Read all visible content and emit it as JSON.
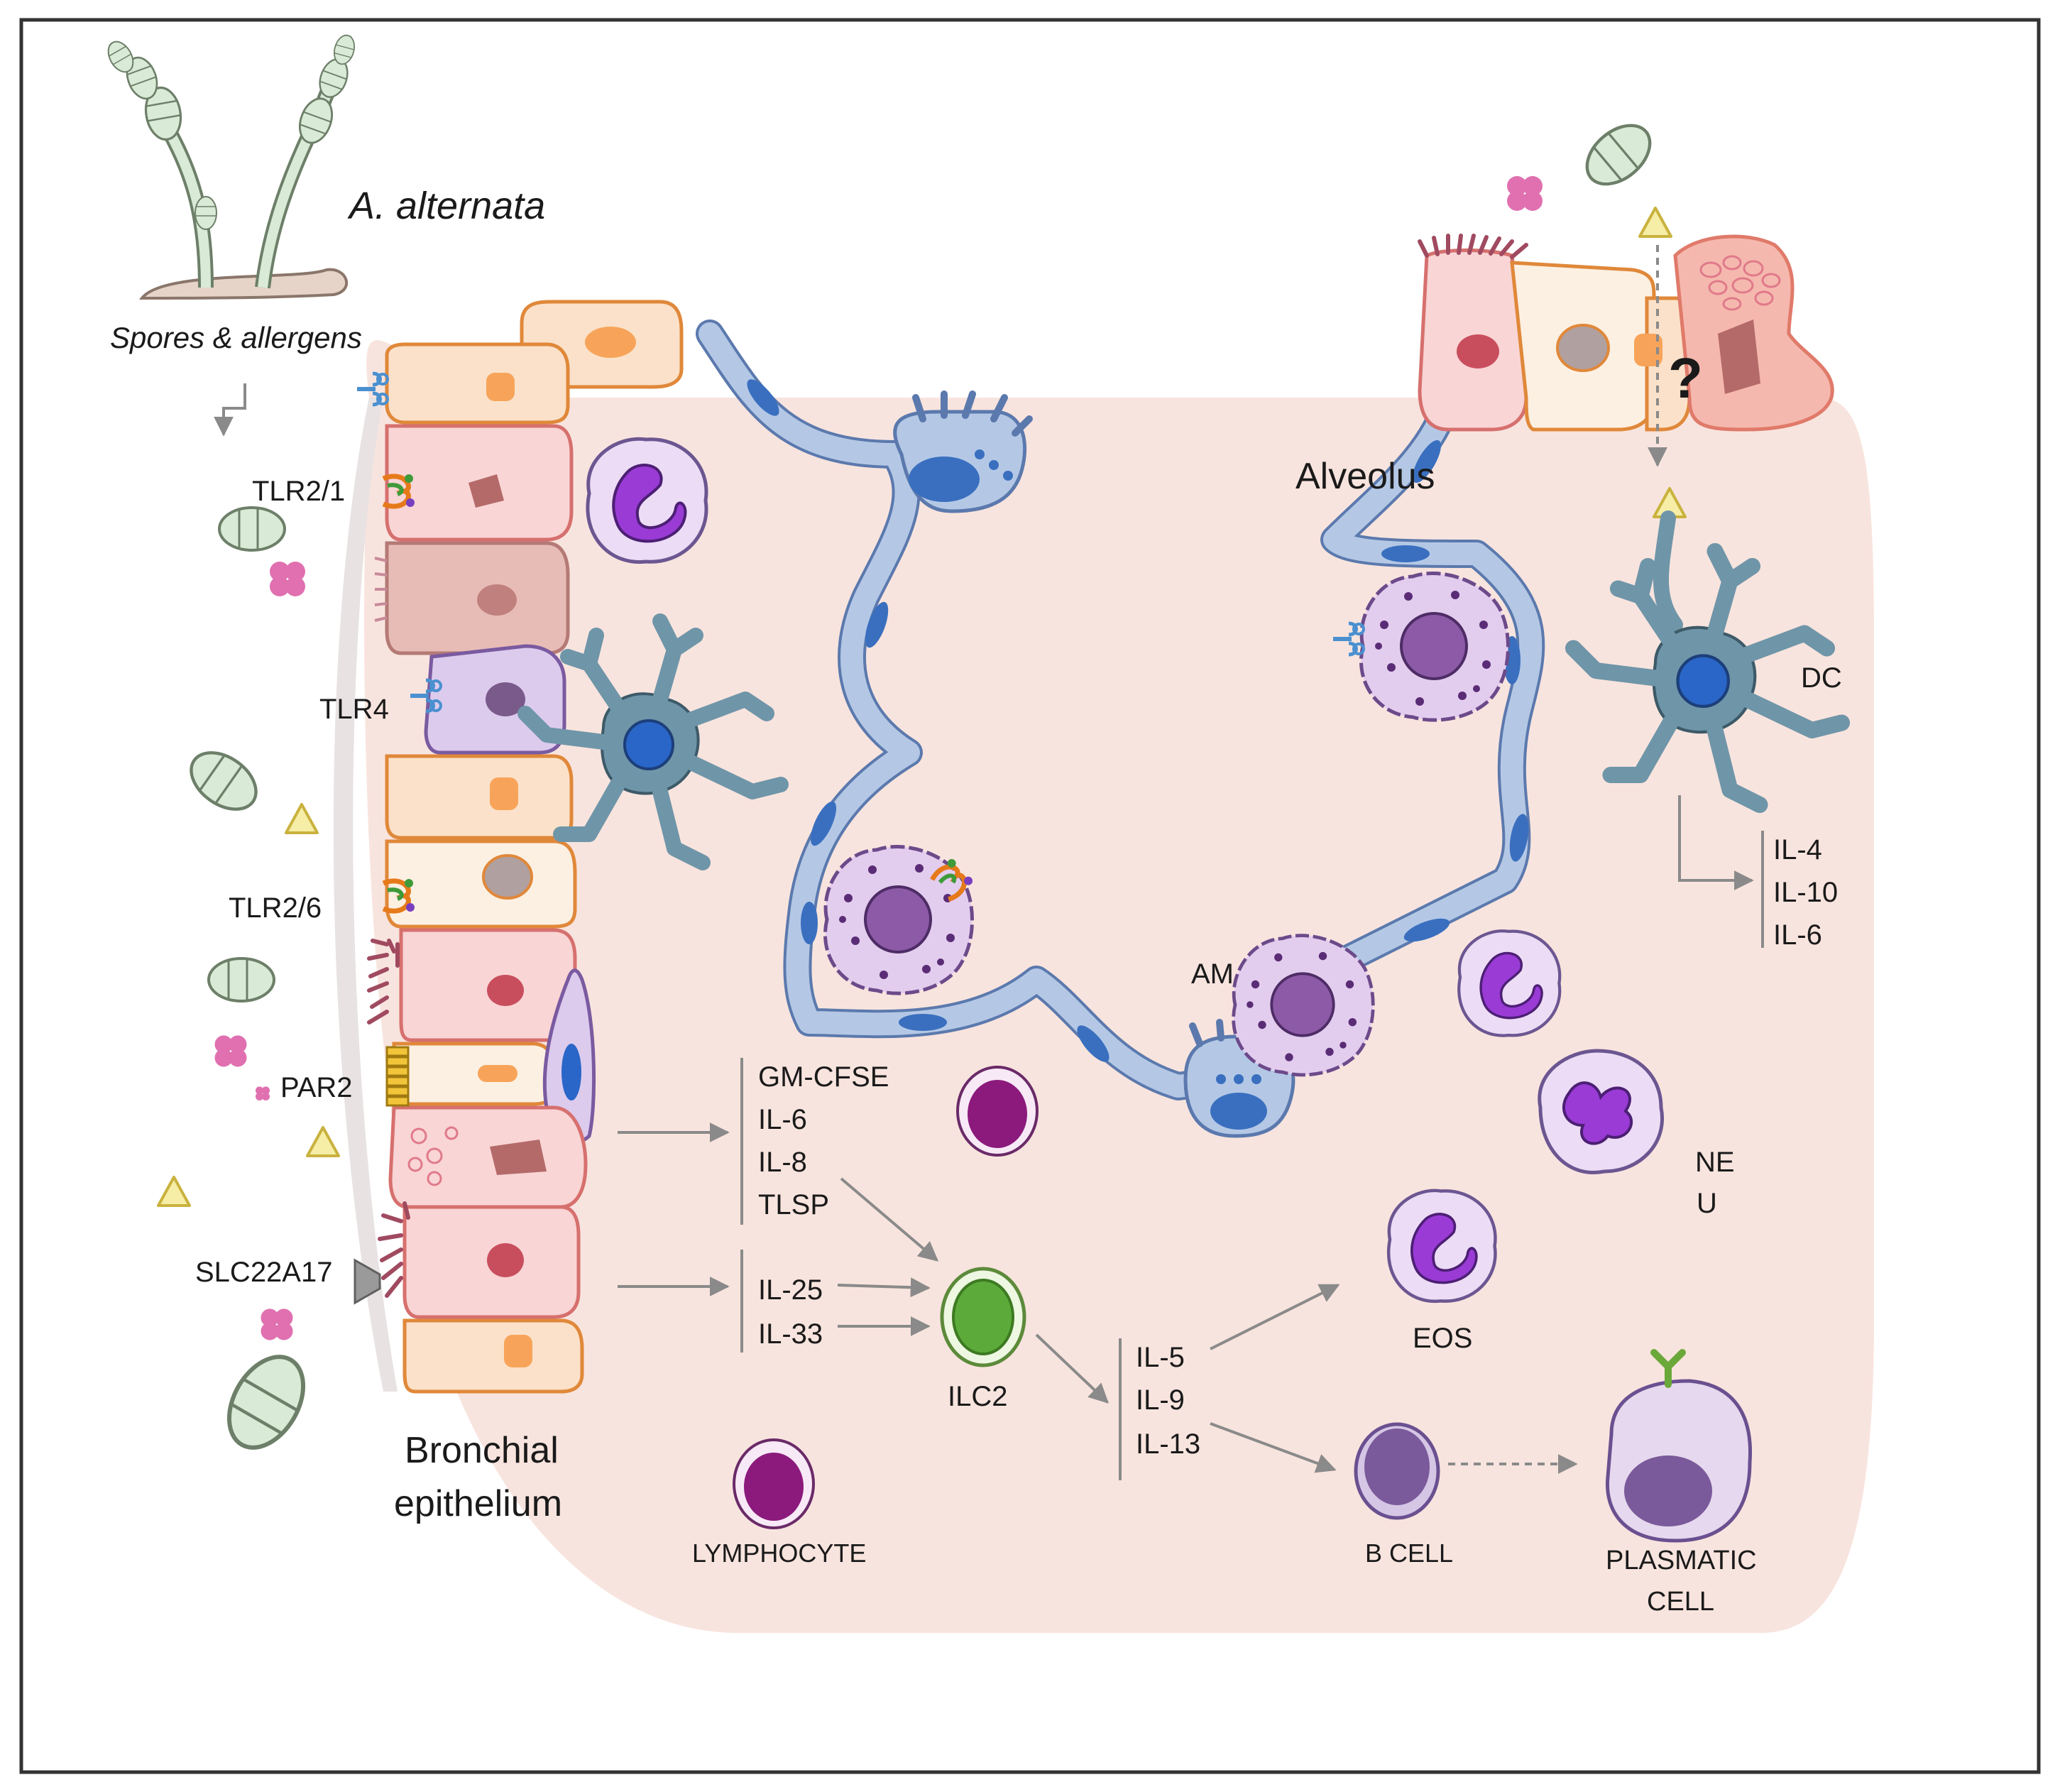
{
  "title": "A. alternata",
  "source_label": "Spores & allergens",
  "regions": {
    "bronchial_line1": "Bronchial",
    "bronchial_line2": "epithelium",
    "alveolus": "Alveolus"
  },
  "receptors": {
    "tlr21": "TLR2/1",
    "tlr4": "TLR4",
    "tlr26": "TLR2/6",
    "par2": "PAR2",
    "slc": "SLC22A17"
  },
  "cells": {
    "dc": "DC",
    "am": "AM",
    "neu_line1": "NE",
    "neu_line2": "U",
    "eos": "EOS",
    "ilc2": "ILC2",
    "b_cell": "B CELL",
    "lymphocyte": "LYMPHOCYTE",
    "plasmatic_line1": "PLASMATIC",
    "plasmatic_line2": "CELL",
    "unknown_mark": "?"
  },
  "cytokines": {
    "epithelial": [
      "GM-CFSE",
      "IL-6",
      "IL-8",
      "TLSP"
    ],
    "alarmins": [
      "IL-25",
      "IL-33"
    ],
    "ilc2_out": [
      "IL-5",
      "IL-9",
      "IL-13"
    ],
    "dc_out": [
      "IL-4",
      "IL-10",
      "IL-6"
    ]
  },
  "colors": {
    "tissue": "#f8e4de",
    "epithelium_orange": "#fbe1c9",
    "epithelium_pink": "#f9d5d5",
    "alveolar_wall": "#b4c8e6",
    "alveolar_nucleus": "#3a6fbf",
    "dc": "#6f95a8",
    "macrophage": "#e3cdee",
    "neutrophil_nucleus": "#9a3bd6",
    "lymphocyte": "#8b1a7c",
    "ilc2": "#5cab3a",
    "spore": "#d9ead6",
    "allergen_pink": "#e070b0",
    "allergen_yellow": "#f3e79a"
  }
}
